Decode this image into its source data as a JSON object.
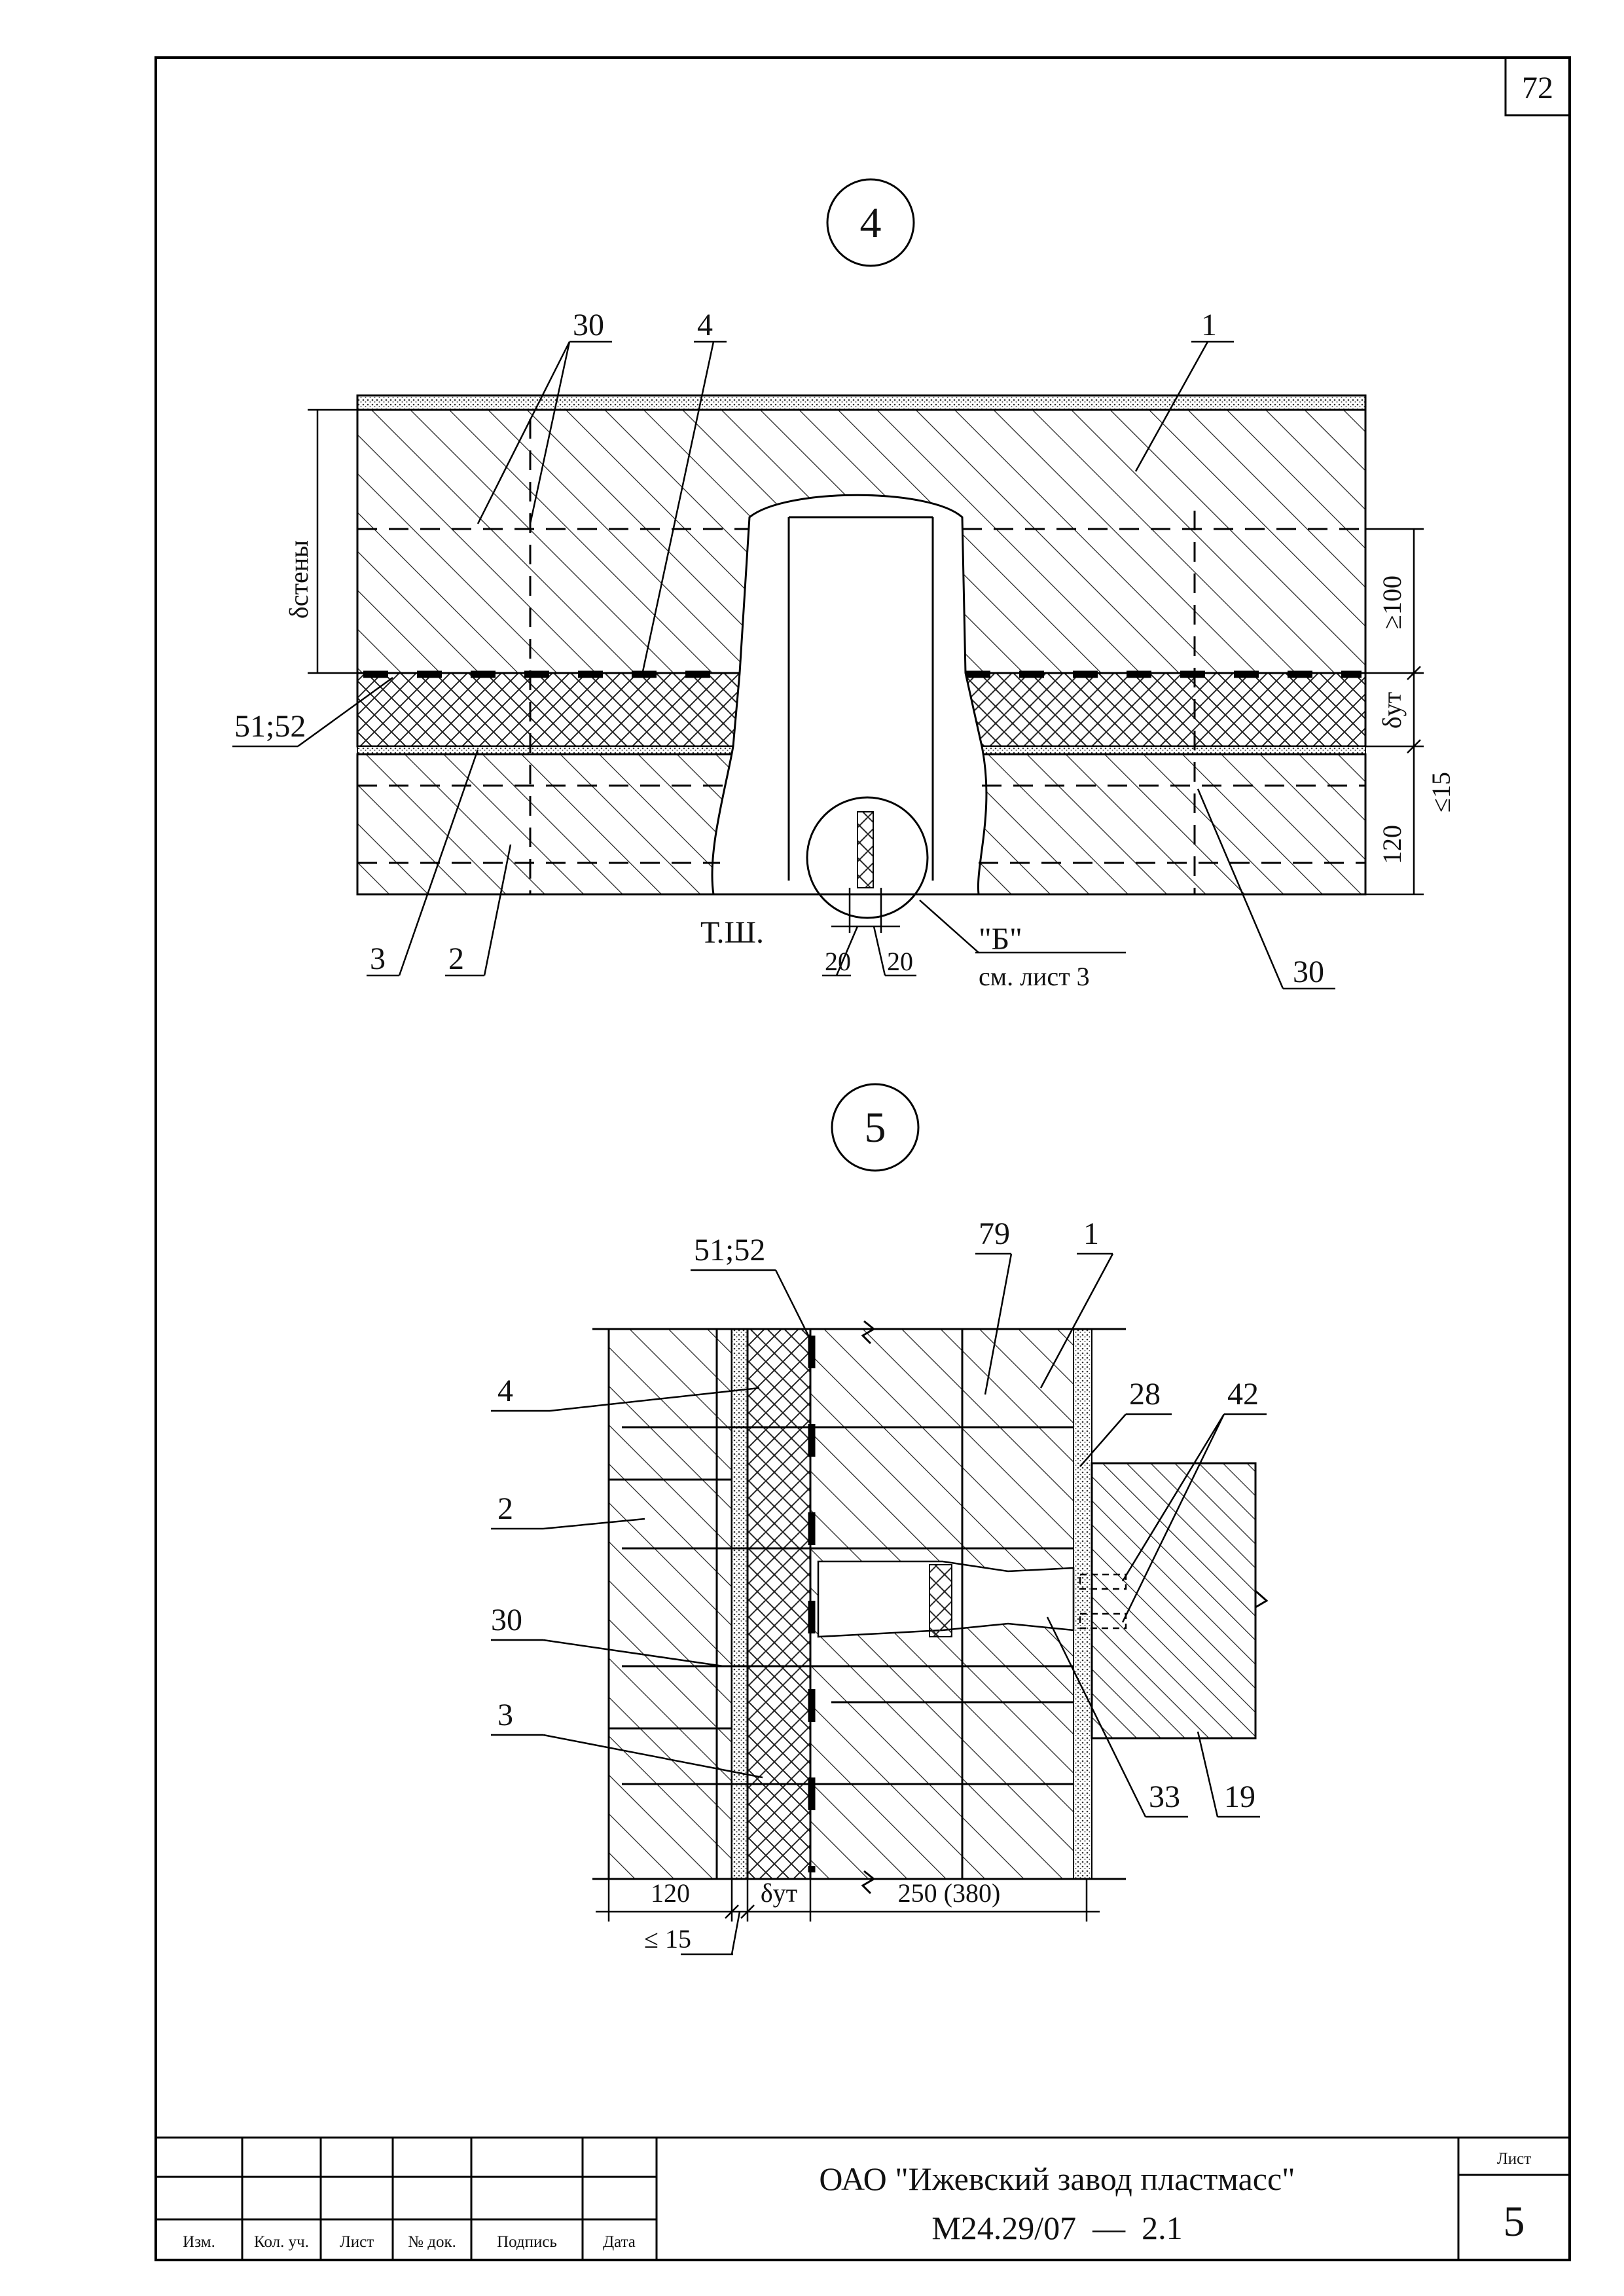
{
  "page_number": "72",
  "callouts": {
    "node4": "4",
    "node5": "5"
  },
  "node4": {
    "labels": {
      "l30_top": "30",
      "l4": "4",
      "l1": "1",
      "l5152": "51;52",
      "l3": "3",
      "l2": "2",
      "l30_bottom": "30"
    },
    "dims": {
      "d_wall": "δстены",
      "d_100": "≥100",
      "d_ins": "δут",
      "d_15": "≤15",
      "d_120": "120",
      "d_20a": "20",
      "d_20b": "20"
    },
    "tsh": "Т.Ш.",
    "detail_ref": "\"Б\"",
    "detail_sheet": "см. лист 3"
  },
  "node5": {
    "labels": {
      "l5152": "51;52",
      "l79": "79",
      "l1": "1",
      "l4": "4",
      "l28": "28",
      "l42": "42",
      "l2": "2",
      "l30": "30",
      "l3": "3",
      "l33": "33",
      "l19": "19"
    },
    "dims": {
      "d_120": "120",
      "d_ins": "δут",
      "d_250": "250 (380)",
      "d_15": "≤ 15"
    }
  },
  "title_block": {
    "headers": [
      "Изм.",
      "Кол. уч.",
      "Лист",
      "№ док.",
      "Подпись",
      "Дата"
    ],
    "organization": "ОАО \"Ижевский завод пластмасс\"",
    "document_code": "М24.29/07  —  2.1",
    "sheet_label": "Лист",
    "sheet_number": "5"
  }
}
